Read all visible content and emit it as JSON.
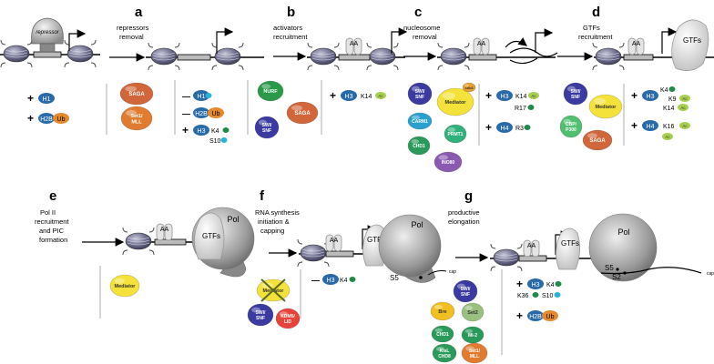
{
  "panels": {
    "a": {
      "letter": "a",
      "caption": [
        "repressors",
        "removal"
      ]
    },
    "b": {
      "letter": "b",
      "caption": [
        "activators",
        "recruitment"
      ]
    },
    "c": {
      "letter": "c",
      "caption": [
        "nucleosome",
        "removal"
      ]
    },
    "d": {
      "letter": "d",
      "caption": [
        "GTFs",
        "recruitment"
      ]
    },
    "e": {
      "letter": "e",
      "caption": [
        "Pol II",
        "recruitment",
        "and PIC",
        "formation"
      ]
    },
    "f": {
      "letter": "f",
      "caption": [
        "RNA synthesis",
        "initiation &",
        "capping"
      ]
    },
    "g": {
      "letter": "g",
      "caption": [
        "productive",
        "elongation"
      ]
    }
  },
  "labels": {
    "repressor": "repressor",
    "aa": "AA",
    "gtfs": "GTFs",
    "pol": "Pol",
    "s5": "S5",
    "s2": "S2",
    "cap": "cap"
  },
  "marks": {
    "plus": "+",
    "minus": "—",
    "h1": "H1",
    "h2b": "H2B",
    "h3": "H3",
    "h4": "H4",
    "ub": "Ub",
    "ac": "Ac",
    "k4": "K4",
    "k9": "K9",
    "k14": "K14",
    "k16": "K16",
    "k36": "K36",
    "s10": "S10",
    "r17": "R17",
    "r3": "R3"
  },
  "complexes": {
    "saga": "SAGA",
    "set1_mll": [
      "Set1/",
      "MLL"
    ],
    "nurf": "NURF",
    "swi_snf": [
      "SWI/",
      "SNF"
    ],
    "carm1": "CARM1",
    "mediator": "Mediator",
    "cdk8": "cdk8",
    "prmt1": "PRMT1",
    "chd1": "CHD1",
    "ino80": "INO80",
    "cbp_p300": [
      "CBP/",
      "P300"
    ],
    "kdm5_lid": [
      "KDM5/",
      "LID"
    ],
    "bre": "Bre",
    "set2": "Set2",
    "mi2": "Mi-2",
    "kisl_chd8": [
      "KisL",
      "CHD8"
    ]
  },
  "colors": {
    "h_pill": "#2a6aa8",
    "ub": "#e58a2a",
    "ac": "#a8d050",
    "methyl": "#1f8a4a",
    "phospho": "#29b3d6",
    "saga": "#d0663a",
    "set1": "#e07b30",
    "nurf": "#2a9a4a",
    "swisnf": "#3a3aa0",
    "carm1": "#2aa0d0",
    "mediator": "#f4e23a",
    "prmt1": "#30b07a",
    "chd1": "#2a9a5a",
    "ino80": "#8a5ab0",
    "cbp": "#50c070",
    "kdm5": "#e8433a",
    "bre": "#f0c020",
    "set2": "#9ac080",
    "nucleosome": "#5a5a7a",
    "pol": "#9a9a9a"
  }
}
